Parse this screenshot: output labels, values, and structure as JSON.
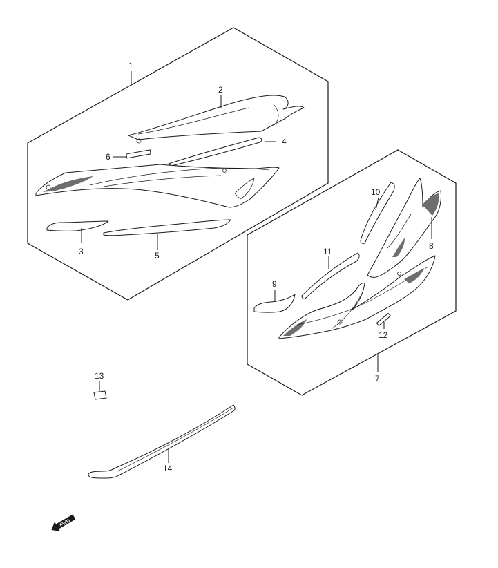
{
  "diagram": {
    "callouts": [
      "1",
      "2",
      "3",
      "4",
      "5",
      "6",
      "7",
      "8",
      "9",
      "10",
      "11",
      "12",
      "13",
      "14"
    ],
    "fwd_label": "FWD"
  }
}
